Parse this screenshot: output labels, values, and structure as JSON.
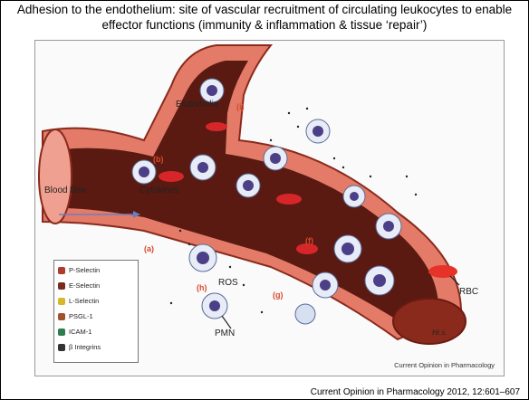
{
  "slide": {
    "title": "Adhesion to the endothelium: site of vascular recruitment of circulating leukocytes to enable effector functions (immunity & inflammation & tissue ‘repair’)",
    "citation": "Current Opinion in Pharmacology 2012, 12:601–607"
  },
  "figure": {
    "labels": {
      "endothelia": "Endothelia",
      "blood_flow": "Blood flow",
      "cytokines": "Cytokines",
      "ros": "ROS",
      "pmn": "PMN",
      "rbc": "RBC",
      "signature": "Hr.s."
    },
    "step_markers": {
      "a": "(a)",
      "b": "(b)",
      "f": "(f)",
      "g": "(g)",
      "h": "(h)",
      "i": "(i)"
    },
    "legend": [
      {
        "label": "P-Selectin",
        "color": "#b03a2e"
      },
      {
        "label": "E-Selectin",
        "color": "#7b2a1e"
      },
      {
        "label": "L-Selectin",
        "color": "#d6b92b"
      },
      {
        "label": "PSGL-1",
        "color": "#a0522d"
      },
      {
        "label": "ICAM-1",
        "color": "#2e7d4f"
      },
      {
        "label": "β Integrins",
        "color": "#333333"
      }
    ],
    "source": "Current Opinion in Pharmacology"
  }
}
